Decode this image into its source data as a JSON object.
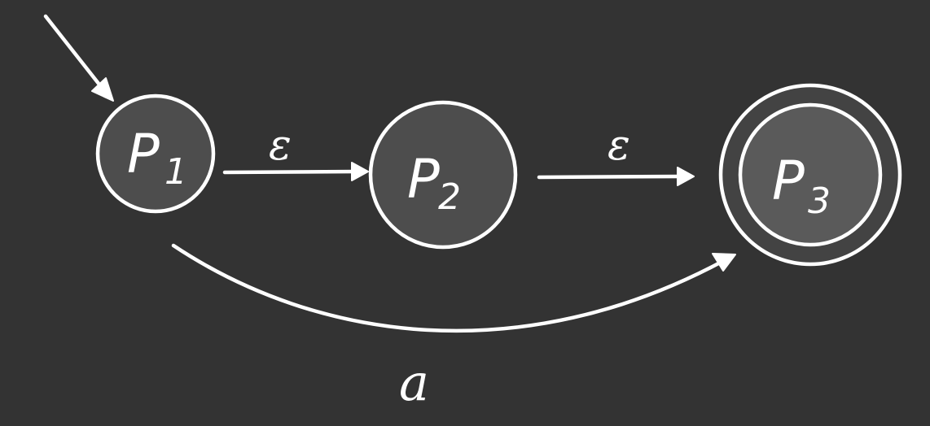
{
  "colors": {
    "background": "#333333",
    "state_fill": "#4d4d4d",
    "stroke": "#ffffff"
  },
  "states": [
    {
      "id": "p1",
      "letter": "P",
      "subscript": "1",
      "start": true,
      "accept": false
    },
    {
      "id": "p2",
      "letter": "P",
      "subscript": "2",
      "start": false,
      "accept": false
    },
    {
      "id": "p3",
      "letter": "P",
      "subscript": "3",
      "start": false,
      "accept": true
    }
  ],
  "transitions": [
    {
      "from": "p1",
      "to": "p2",
      "label": "ε"
    },
    {
      "from": "p2",
      "to": "p3",
      "label": "ε"
    },
    {
      "from": "p1",
      "to": "p3",
      "label": "a"
    }
  ]
}
